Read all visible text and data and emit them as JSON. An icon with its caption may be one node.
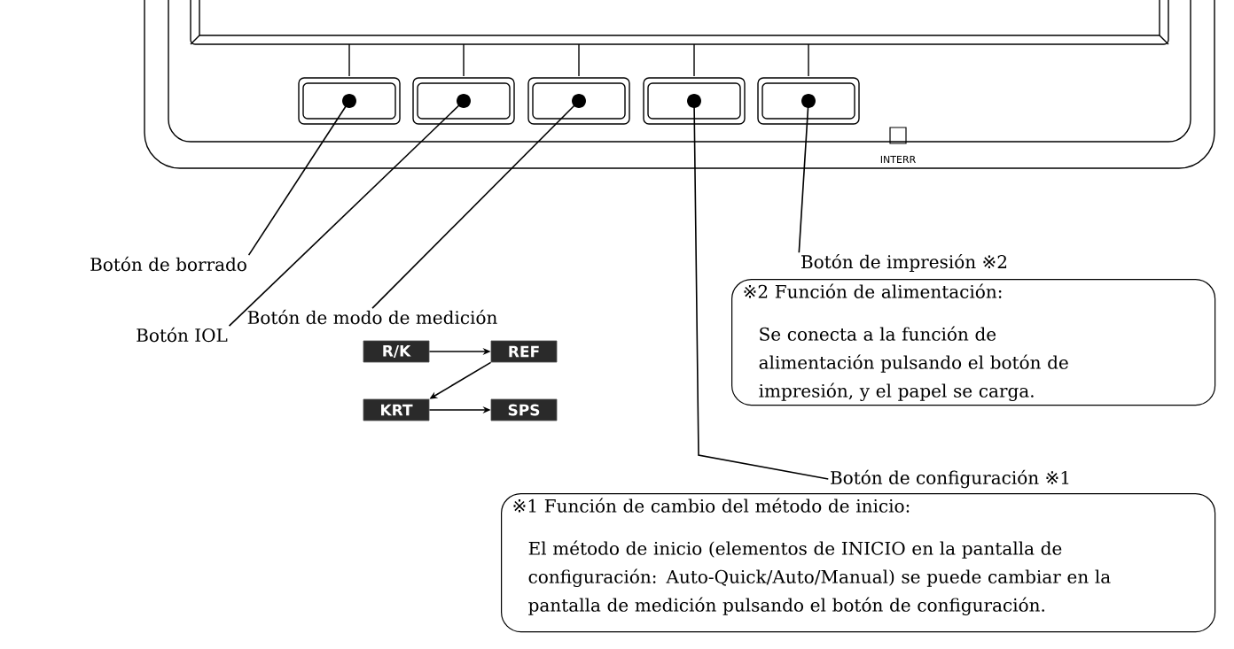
{
  "diagram": {
    "nodes": [
      {
        "text": [],
        "shape": "box"
      },
      {
        "text": [],
        "shape": "box"
      },
      {
        "text": [],
        "shape": "box"
      },
      {
        "text": [],
        "shape": "box"
      },
      {
        "text": [],
        "shape": "box"
      },
      {
        "text": [
          "Botón de borrado"
        ]
      },
      {
        "text": [
          "Botón IOL"
        ]
      },
      {
        "text": [
          "Botón de modo de medición"
        ]
      },
      {
        "text": [
          "R/K"
        ]
      },
      {
        "text": [
          "REF"
        ]
      },
      {
        "text": [
          "KRT"
        ]
      },
      {
        "text": [
          "SPS"
        ]
      },
      {
        "text": [
          "Botón de impresión ※2"
        ]
      },
      {
        "text": [
          "※2 Función de alimentación:",
          "Se conecta a la función de alimentación pulsando el botón de impresión, y el papel se carga."
        ]
      },
      {
        "text": [
          "Botón de configuración ※1"
        ]
      },
      {
        "text": [
          "※1 Función de cambio del método de inicio:",
          "El método de inicio (elementos de INICIO en la pantalla de configuración: Auto-Quick/Auto/Manual) se puede cambiar en la pantalla de medición pulsando el botón de configuración."
        ]
      }
    ],
    "edges": [
      {
        "from": 5,
        "to": 0,
        "arrow": "none"
      },
      {
        "from": 6,
        "to": 1,
        "arrow": "none"
      },
      {
        "from": 7,
        "to": 2,
        "arrow": "none"
      },
      {
        "from": 8,
        "to": 9,
        "arrow": "to"
      },
      {
        "from": 9,
        "to": 10,
        "arrow": "to"
      },
      {
        "from": 10,
        "to": 11,
        "arrow": "to"
      },
      {
        "from": 12,
        "to": 4,
        "arrow": "none"
      },
      {
        "from": 14,
        "to": 3,
        "arrow": "none"
      }
    ],
    "labels": [
      "INTERR"
    ]
  }
}
